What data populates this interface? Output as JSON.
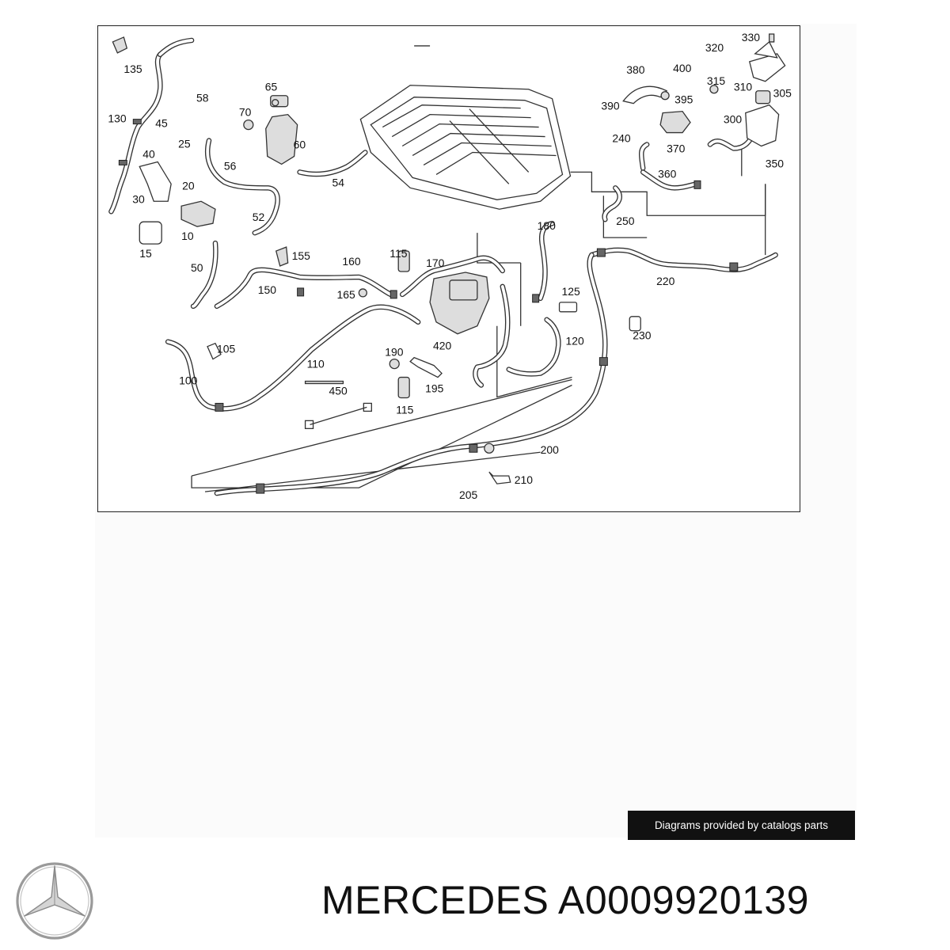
{
  "diagram": {
    "callouts": [
      {
        "id": "135",
        "text": "135"
      },
      {
        "id": "130",
        "text": "130"
      },
      {
        "id": "45",
        "text": "45"
      },
      {
        "id": "40",
        "text": "40"
      },
      {
        "id": "25",
        "text": "25"
      },
      {
        "id": "30",
        "text": "30"
      },
      {
        "id": "20",
        "text": "20"
      },
      {
        "id": "58",
        "text": "58"
      },
      {
        "id": "70",
        "text": "70"
      },
      {
        "id": "65",
        "text": "65"
      },
      {
        "id": "60",
        "text": "60"
      },
      {
        "id": "56",
        "text": "56"
      },
      {
        "id": "54",
        "text": "54"
      },
      {
        "id": "52",
        "text": "52"
      },
      {
        "id": "10",
        "text": "10"
      },
      {
        "id": "15",
        "text": "15"
      },
      {
        "id": "50",
        "text": "50"
      },
      {
        "id": "155",
        "text": "155"
      },
      {
        "id": "160",
        "text": "160"
      },
      {
        "id": "115a",
        "text": "115"
      },
      {
        "id": "170",
        "text": "170"
      },
      {
        "id": "180",
        "text": "180"
      },
      {
        "id": "150",
        "text": "150"
      },
      {
        "id": "165",
        "text": "165"
      },
      {
        "id": "125",
        "text": "125"
      },
      {
        "id": "420",
        "text": "420"
      },
      {
        "id": "105",
        "text": "105"
      },
      {
        "id": "100",
        "text": "100"
      },
      {
        "id": "110",
        "text": "110"
      },
      {
        "id": "190",
        "text": "190"
      },
      {
        "id": "195",
        "text": "195"
      },
      {
        "id": "115b",
        "text": "115"
      },
      {
        "id": "450",
        "text": "450"
      },
      {
        "id": "120",
        "text": "120"
      },
      {
        "id": "230",
        "text": "230"
      },
      {
        "id": "220",
        "text": "220"
      },
      {
        "id": "200",
        "text": "200"
      },
      {
        "id": "210",
        "text": "210"
      },
      {
        "id": "205",
        "text": "205"
      },
      {
        "id": "380",
        "text": "380"
      },
      {
        "id": "400",
        "text": "400"
      },
      {
        "id": "390",
        "text": "390"
      },
      {
        "id": "395",
        "text": "395"
      },
      {
        "id": "240",
        "text": "240"
      },
      {
        "id": "370",
        "text": "370"
      },
      {
        "id": "360",
        "text": "360"
      },
      {
        "id": "250",
        "text": "250"
      },
      {
        "id": "330",
        "text": "330"
      },
      {
        "id": "320",
        "text": "320"
      },
      {
        "id": "315",
        "text": "315"
      },
      {
        "id": "310",
        "text": "310"
      },
      {
        "id": "305",
        "text": "305"
      },
      {
        "id": "300",
        "text": "300"
      },
      {
        "id": "350",
        "text": "350"
      }
    ]
  },
  "attribution": "Diagrams provided by catalogs parts",
  "brand": "MERCEDES",
  "part_number": "A0009920139",
  "colors": {
    "ink": "#111111",
    "banner": "#111111",
    "logo": "#9a9a9a"
  }
}
